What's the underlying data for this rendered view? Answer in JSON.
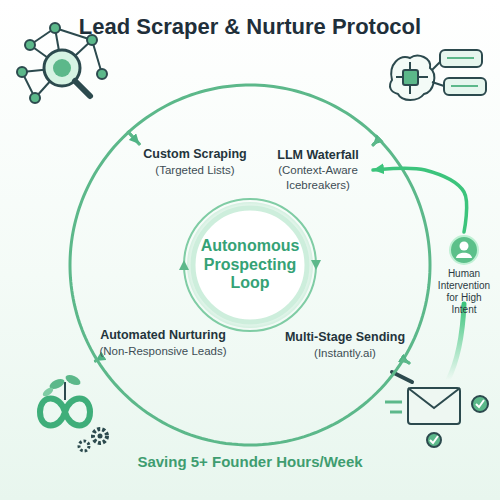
{
  "diagram": {
    "title": "Lead Scraper & Nurture Protocol",
    "caption": "Saving 5+ Founder Hours/Week",
    "nodes": [
      {
        "text": [
          "Custom Scraping",
          "(Targeted Lists)"
        ]
      },
      {
        "text": [
          "LLM Waterfall",
          "(Context-Aware Icebreakers)"
        ]
      },
      {
        "text": [
          "Multi-Stage Sending",
          "(Instantly.ai)"
        ]
      },
      {
        "text": [
          "Automated Nurturing",
          "(Non-Responsive Leads)"
        ]
      },
      {
        "text": [
          "Autonomous Prospecting Loop"
        ]
      },
      {
        "text": [
          "Human Intervention for High Intent"
        ]
      }
    ],
    "edges": [
      {
        "from": 0,
        "to": 1,
        "arrow": "to"
      },
      {
        "from": 1,
        "to": 2,
        "arrow": "to"
      },
      {
        "from": 2,
        "to": 3,
        "arrow": "to"
      },
      {
        "from": 3,
        "to": 0,
        "arrow": "to"
      },
      {
        "from": 5,
        "to": 1,
        "arrow": "to"
      }
    ]
  }
}
